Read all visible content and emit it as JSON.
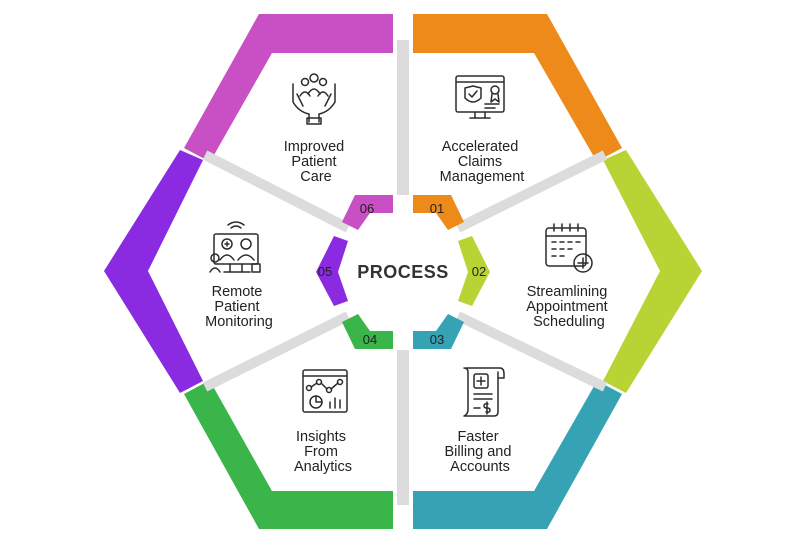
{
  "center": {
    "title": "PROCESS"
  },
  "segments": [
    {
      "number": "01",
      "label_lines": [
        "Accelerated",
        "Claims",
        "Management"
      ],
      "color": "#EE8A1A",
      "icon": "claims-certificate-icon"
    },
    {
      "number": "02",
      "label_lines": [
        "Streamlining",
        "Appointment",
        "Scheduling"
      ],
      "color": "#B7D334",
      "icon": "calendar-add-icon"
    },
    {
      "number": "03",
      "label_lines": [
        "Faster",
        "Billing and",
        "Accounts"
      ],
      "color": "#35A3B4",
      "icon": "medical-bill-icon"
    },
    {
      "number": "04",
      "label_lines": [
        "Insights",
        "From",
        "Analytics"
      ],
      "color": "#3AB54A",
      "icon": "analytics-dashboard-icon"
    },
    {
      "number": "05",
      "label_lines": [
        "Remote",
        "Patient",
        "Monitoring"
      ],
      "color": "#8A2BE2",
      "icon": "remote-monitoring-icon"
    },
    {
      "number": "06",
      "label_lines": [
        "Improved",
        "Patient",
        "Care"
      ],
      "color": "#C94FC4",
      "icon": "caring-hands-icon"
    }
  ]
}
